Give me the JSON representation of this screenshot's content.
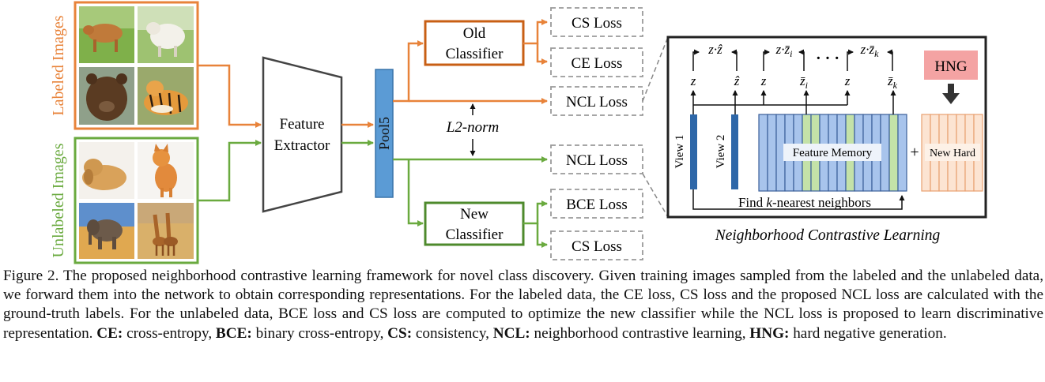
{
  "colors": {
    "labeled": "#e8833a",
    "unlabeled": "#6aaa3f",
    "pool": "#5b9bd5",
    "hng": "#f4a3a3",
    "memory": "#a8c4ec",
    "memory_green": "#c4e2a8",
    "new_hard": "#fce4d2"
  },
  "labeled_images": {
    "label": "Labeled Images",
    "images": [
      {
        "name": "cow",
        "icon": "cow-photo"
      },
      {
        "name": "sheep",
        "icon": "sheep-photo"
      },
      {
        "name": "bear",
        "icon": "bear-photo"
      },
      {
        "name": "tiger",
        "icon": "tiger-photo"
      }
    ]
  },
  "unlabeled_images": {
    "label": "Unlabeled Images",
    "images": [
      {
        "name": "dog",
        "icon": "dog-photo"
      },
      {
        "name": "cat",
        "icon": "cat-photo"
      },
      {
        "name": "elephant",
        "icon": "elephant-photo"
      },
      {
        "name": "giraffes",
        "icon": "giraffe-photo"
      }
    ]
  },
  "feature_extractor": {
    "line1": "Feature",
    "line2": "Extractor"
  },
  "pool": "Pool5",
  "l2_norm": "L2-norm",
  "old_classifier": {
    "line1": "Old",
    "line2": "Classifier"
  },
  "new_classifier": {
    "line1": "New",
    "line2": "Classifier"
  },
  "losses": {
    "cs_top": "CS Loss",
    "ce": "CE Loss",
    "ncl_labeled": "NCL Loss",
    "ncl_unlabeled": "NCL Loss",
    "bce": "BCE Loss",
    "cs_bottom": "CS Loss"
  },
  "ncl_panel": {
    "title": "Neighborhood Contrastive Learning",
    "hng": "HNG",
    "view1": "View 1",
    "view2": "View 2",
    "feature_memory": "Feature Memory",
    "new_hard": "New Hard",
    "plus": "+",
    "ellipsis": "· · ·",
    "find_neighbors_pre": "Find ",
    "find_neighbors_k": "k",
    "find_neighbors_post": "-nearest neighbors",
    "products": [
      "z·ẑ",
      "z·z̄",
      "z·z̄"
    ],
    "product_subs": [
      "",
      "i",
      "k"
    ],
    "vars": [
      "z",
      "ẑ",
      "z",
      "z̄",
      "z",
      "z̄"
    ],
    "var_subs": [
      "",
      "",
      "",
      "i",
      "",
      "k"
    ]
  },
  "caption": {
    "fig_label": "Figure 2.",
    "text": " The proposed neighborhood contrastive learning framework for novel class discovery. Given training images sampled from the labeled and the unlabeled data, we forward them into the network to obtain corresponding representations. For the labeled data, the CE loss, CS loss and the proposed NCL loss are calculated with the ground-truth labels. For the unlabeled data, BCE loss and CS loss are computed to optimize the new classifier while the NCL loss is proposed to learn discriminative representation. ",
    "abbr": [
      {
        "term": "CE:",
        "def": " cross-entropy, "
      },
      {
        "term": "BCE:",
        "def": " binary cross-entropy, "
      },
      {
        "term": "CS:",
        "def": " consistency, "
      },
      {
        "term": "NCL:",
        "def": " neighborhood contrastive learning, "
      },
      {
        "term": "HNG:",
        "def": " hard negative generation."
      }
    ]
  }
}
